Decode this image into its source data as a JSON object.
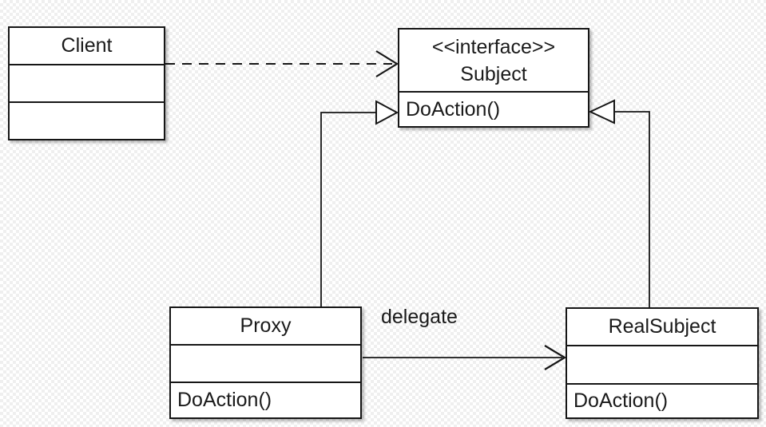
{
  "classes": {
    "client": {
      "name": "Client"
    },
    "subject": {
      "stereotype": "<<interface>>",
      "name": "Subject",
      "methods": [
        "DoAction()"
      ]
    },
    "proxy": {
      "name": "Proxy",
      "methods": [
        "DoAction()"
      ]
    },
    "realsubject": {
      "name": "RealSubject",
      "methods": [
        "DoAction()"
      ]
    }
  },
  "labels": {
    "delegate": "delegate"
  },
  "relationships": [
    {
      "from": "Client",
      "to": "Subject",
      "type": "dependency-dashed-open-arrow"
    },
    {
      "from": "Proxy",
      "to": "Subject",
      "type": "realization-hollow-triangle"
    },
    {
      "from": "RealSubject",
      "to": "Subject",
      "type": "realization-hollow-triangle"
    },
    {
      "from": "Proxy",
      "to": "RealSubject",
      "type": "association-open-arrow",
      "label": "delegate"
    }
  ],
  "colors": {
    "line": "#161616",
    "text": "#1a1a1a",
    "box_fill": "#ffffff",
    "checker_dark": "#efefef",
    "checker_light": "#ffffff"
  }
}
